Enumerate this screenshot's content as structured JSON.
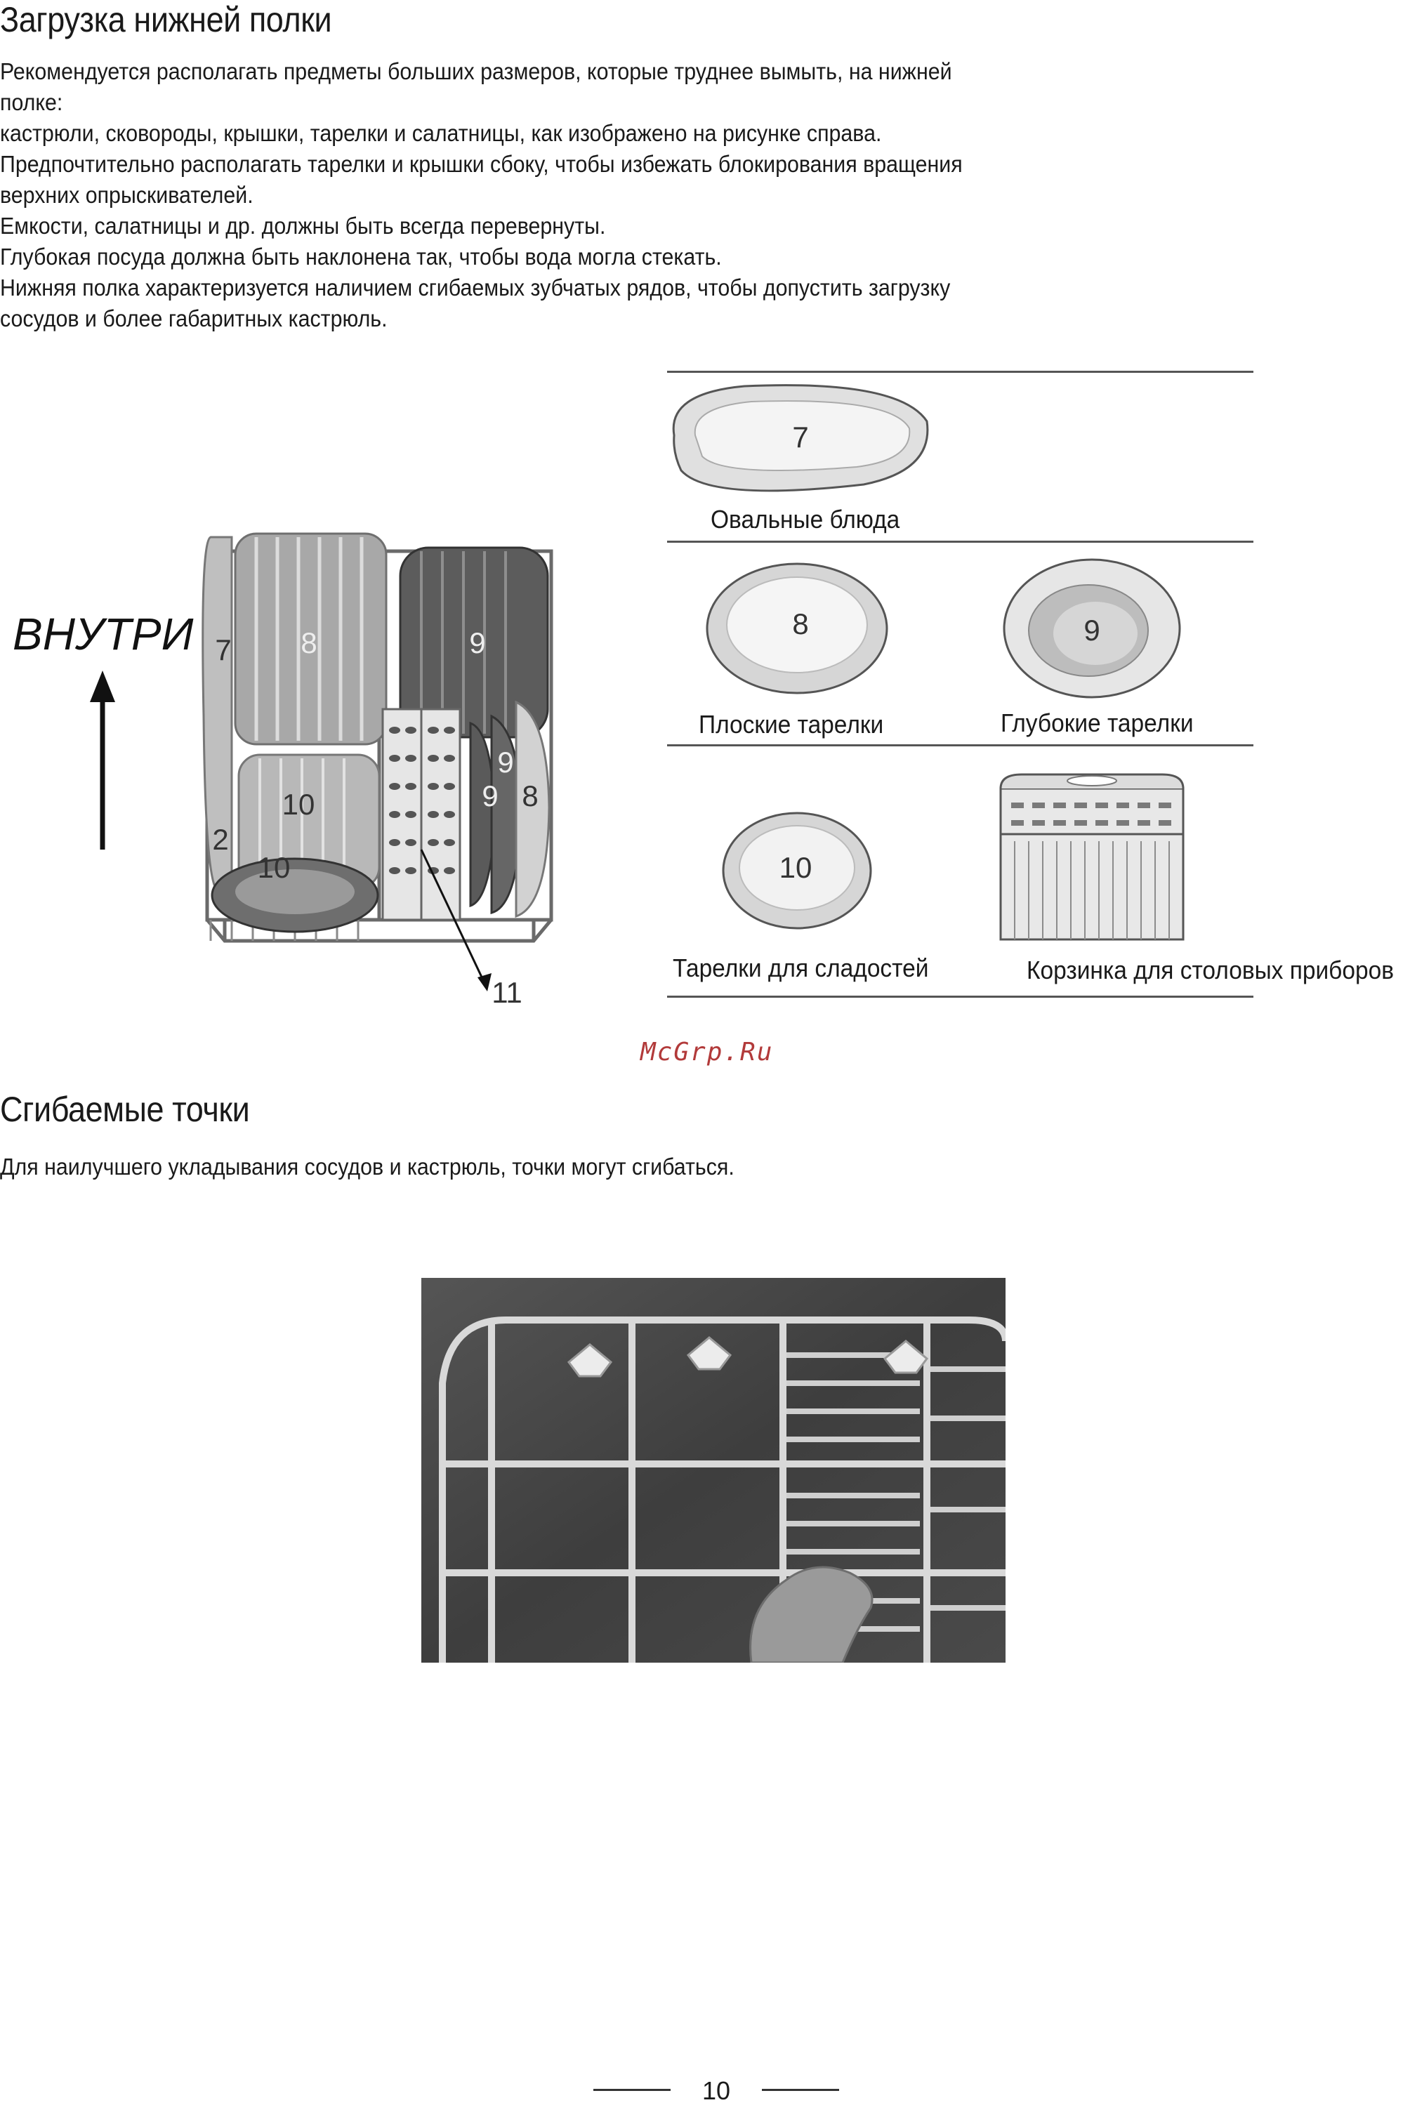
{
  "section1": {
    "title": "Загрузка нижней полки",
    "lines": [
      "Рекомендуется располагать предметы больших размеров, которые труднее вымыть, на нижней",
      "полке:",
      "кастрюли, сковороды, крышки, тарелки и салатницы, как изображено на рисунке справа.",
      "Предпочтительно располагать тарелки и крышки сбоку, чтобы избежать блокирования вращения",
      "верхних опрыскивателей.",
      "Емкости, салатницы и др. должны быть всегда перевернуты.",
      "Глубокая посуда должна быть наклонена так, чтобы вода могла стекать.",
      "Нижняя полка характеризуется наличием сгибаемых зубчатых рядов, чтобы допустить загрузку",
      "сосудов и более габаритных кастрюль."
    ]
  },
  "rack_figure": {
    "direction_label": "ВНУТРИ",
    "labels": {
      "l7": "7",
      "l8": "8",
      "l9a": "9",
      "l9b": "9",
      "l9c": "9",
      "l8b": "8",
      "l10a": "10",
      "l10b": "10",
      "l2": "2",
      "l11": "11"
    }
  },
  "legend": {
    "oval": {
      "number": "7",
      "caption": "Овальные блюда"
    },
    "flat": {
      "number": "8",
      "caption": "Плоские тарелки"
    },
    "deep": {
      "number": "9",
      "caption": "Глубокие тарелки"
    },
    "dessert": {
      "number": "10",
      "caption": "Тарелки для сладостей"
    },
    "basket": {
      "caption": "Корзинка для столовых приборов"
    }
  },
  "watermark": "McGrp.Ru",
  "section2": {
    "title": "Сгибаемые точки",
    "text": "Для наилучшего укладывания сосудов и кастрюль, точки могут сгибаться."
  },
  "footer": {
    "page_number": "10"
  }
}
